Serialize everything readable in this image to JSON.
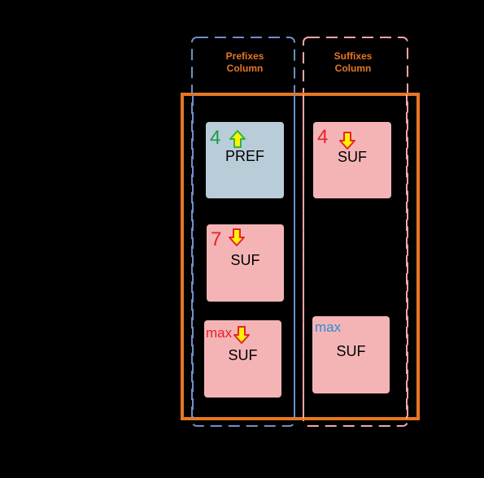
{
  "headers": {
    "prefix": "Prefixes\nColumn",
    "suffix": "Suffixes\nColumn"
  },
  "cards": {
    "pref_4": {
      "number": "4",
      "label": "PREF",
      "arrow": "up-arrow-icon"
    },
    "suf_4": {
      "number": "4",
      "label": "SUF",
      "arrow": "down-arrow-icon"
    },
    "suf_7": {
      "number": "7",
      "label": "SUF",
      "arrow": "down-arrow-icon"
    },
    "suf_max_left": {
      "number": "max",
      "label": "SUF",
      "arrow": "down-arrow-icon"
    },
    "suf_max_right": {
      "number": "max",
      "label": "SUF"
    }
  },
  "colors": {
    "prefix_column_border": "#6f8fc8",
    "suffix_column_border": "#f2a7a7",
    "outer_frame": "#e87722",
    "header_text": "#e87722",
    "pref_card_fill": "#b9cdd9",
    "suf_card_fill": "#f4b4b6",
    "number_green": "#1f9a47",
    "number_red": "#e8212b",
    "max_blue": "#2a8fd6",
    "arrow_fill": "#fff200",
    "arrow_stroke": "#e8212b",
    "arrow_up_stroke": "#2db34a"
  }
}
